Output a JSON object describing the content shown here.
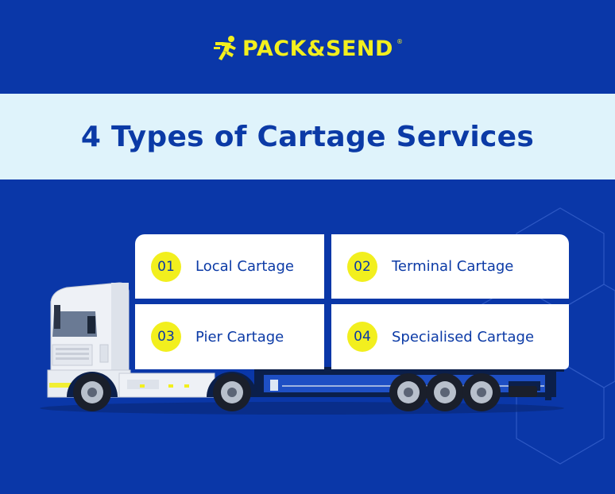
{
  "logo": {
    "text": "PACK&SEND",
    "registered": "®"
  },
  "title": "4 Types of Cartage Services",
  "services": [
    {
      "number": "01",
      "label": "Local Cartage"
    },
    {
      "number": "02",
      "label": "Terminal Cartage"
    },
    {
      "number": "03",
      "label": "Pier Cartage"
    },
    {
      "number": "04",
      "label": "Specialised Cartage"
    }
  ],
  "colors": {
    "background": "#0a37a8",
    "accent": "#f2ef1e",
    "band": "#dff3fb",
    "text": "#0b3aa6"
  },
  "icons": [
    "running-man-icon",
    "truck-illustration"
  ]
}
